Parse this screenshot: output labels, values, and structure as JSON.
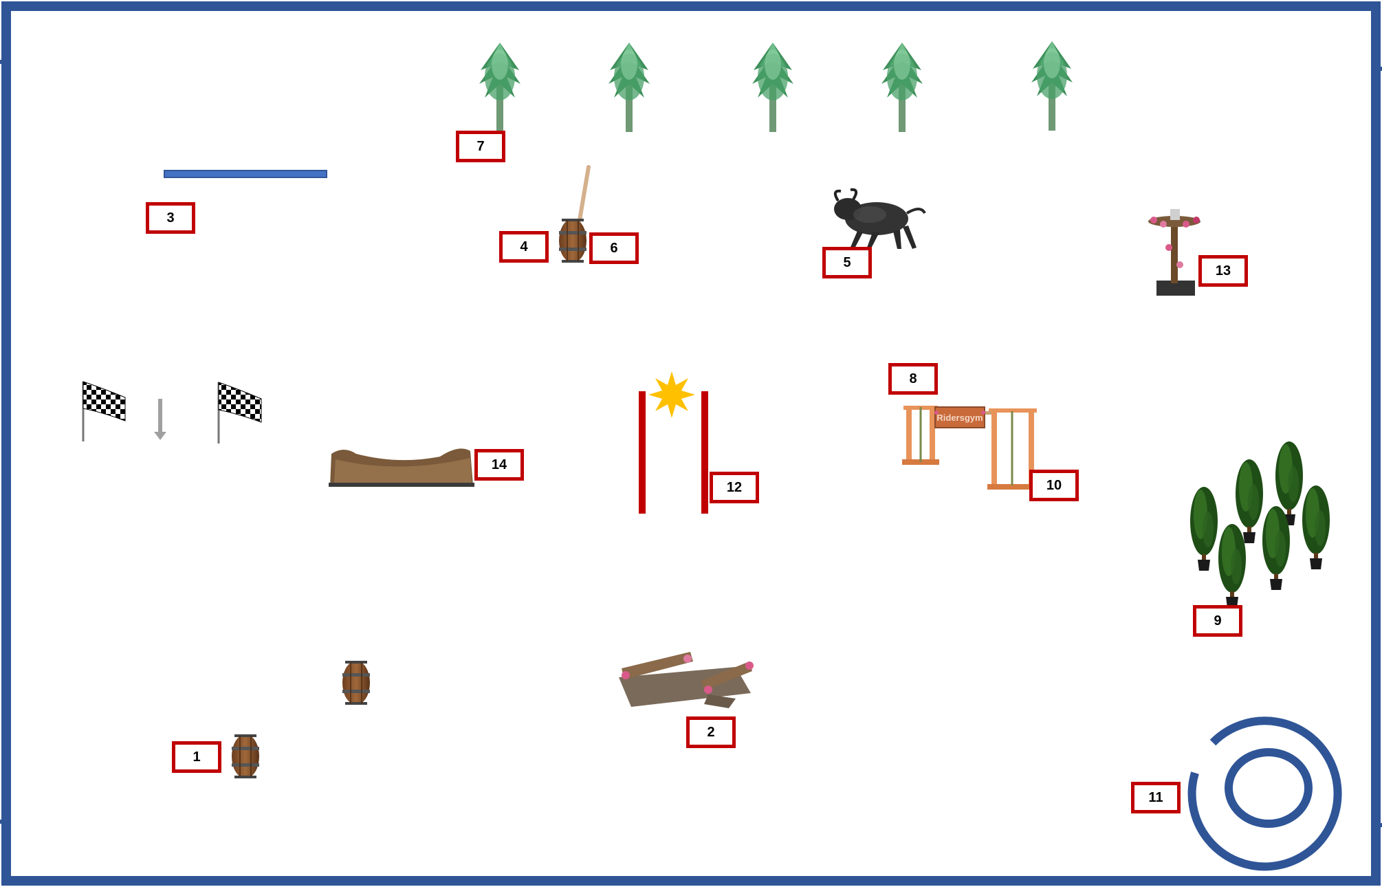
{
  "course": {
    "border_color": "#2f5597",
    "accent_color": "#c00000",
    "label_text_color": "#000000",
    "markers": [
      {
        "id": "marker-1",
        "number": "1"
      },
      {
        "id": "marker-2",
        "number": "2"
      },
      {
        "id": "marker-3",
        "number": "3"
      },
      {
        "id": "marker-4",
        "number": "4"
      },
      {
        "id": "marker-5",
        "number": "5"
      },
      {
        "id": "marker-6",
        "number": "6"
      },
      {
        "id": "marker-7",
        "number": "7"
      },
      {
        "id": "marker-8",
        "number": "8"
      },
      {
        "id": "marker-9",
        "number": "9"
      },
      {
        "id": "marker-10",
        "number": "10"
      },
      {
        "id": "marker-11",
        "number": "11"
      },
      {
        "id": "marker-12",
        "number": "12"
      },
      {
        "id": "marker-13",
        "number": "13"
      },
      {
        "id": "marker-14",
        "number": "14"
      }
    ],
    "gate_sign_text": "Ridersgym",
    "icons": [
      "palm-tree-icon",
      "barrel-icon",
      "bull-icon",
      "flower-stand-icon",
      "checkered-flag-icon",
      "down-arrow-icon",
      "woodpile-icon",
      "star-icon",
      "wooden-gate-icon",
      "topiary-tree-icon",
      "bridge-icon",
      "circle-track-icon"
    ]
  }
}
